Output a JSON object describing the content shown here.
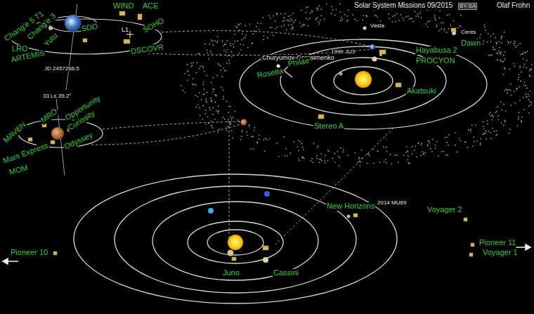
{
  "diagram": {
    "title": "Solar System Missions 09/2015",
    "labels": [
      "BY-SA",
      "Olaf Frohn",
      "Chang'e 5 T1",
      "Chang'e 3",
      "LRO",
      "Yutu",
      "ARTEMIS",
      "SDO",
      "WIND",
      "ACE",
      "L1",
      "SOHO",
      "DSCOVR",
      "JD 2457266.5",
      "Vesta",
      "Ceres",
      "Dawn",
      "Churyumov-Gerasimenko",
      "Philae",
      "Rosetta",
      "1999 JU3",
      "Hayabusa 2",
      "PROCYON",
      "Akatsuki",
      "33 Ls 35.2°",
      "MRO",
      "Opportunity",
      "Curiosity",
      "MAVEN",
      "Odyssey",
      "Mars Express",
      "MOM",
      "Stereo A",
      "New Horizons",
      "2014 MU69",
      "Voyager 2",
      "Pioneer 11",
      "Voyager 1",
      "Pioneer 10",
      "Juno",
      "Cassini"
    ]
  }
}
